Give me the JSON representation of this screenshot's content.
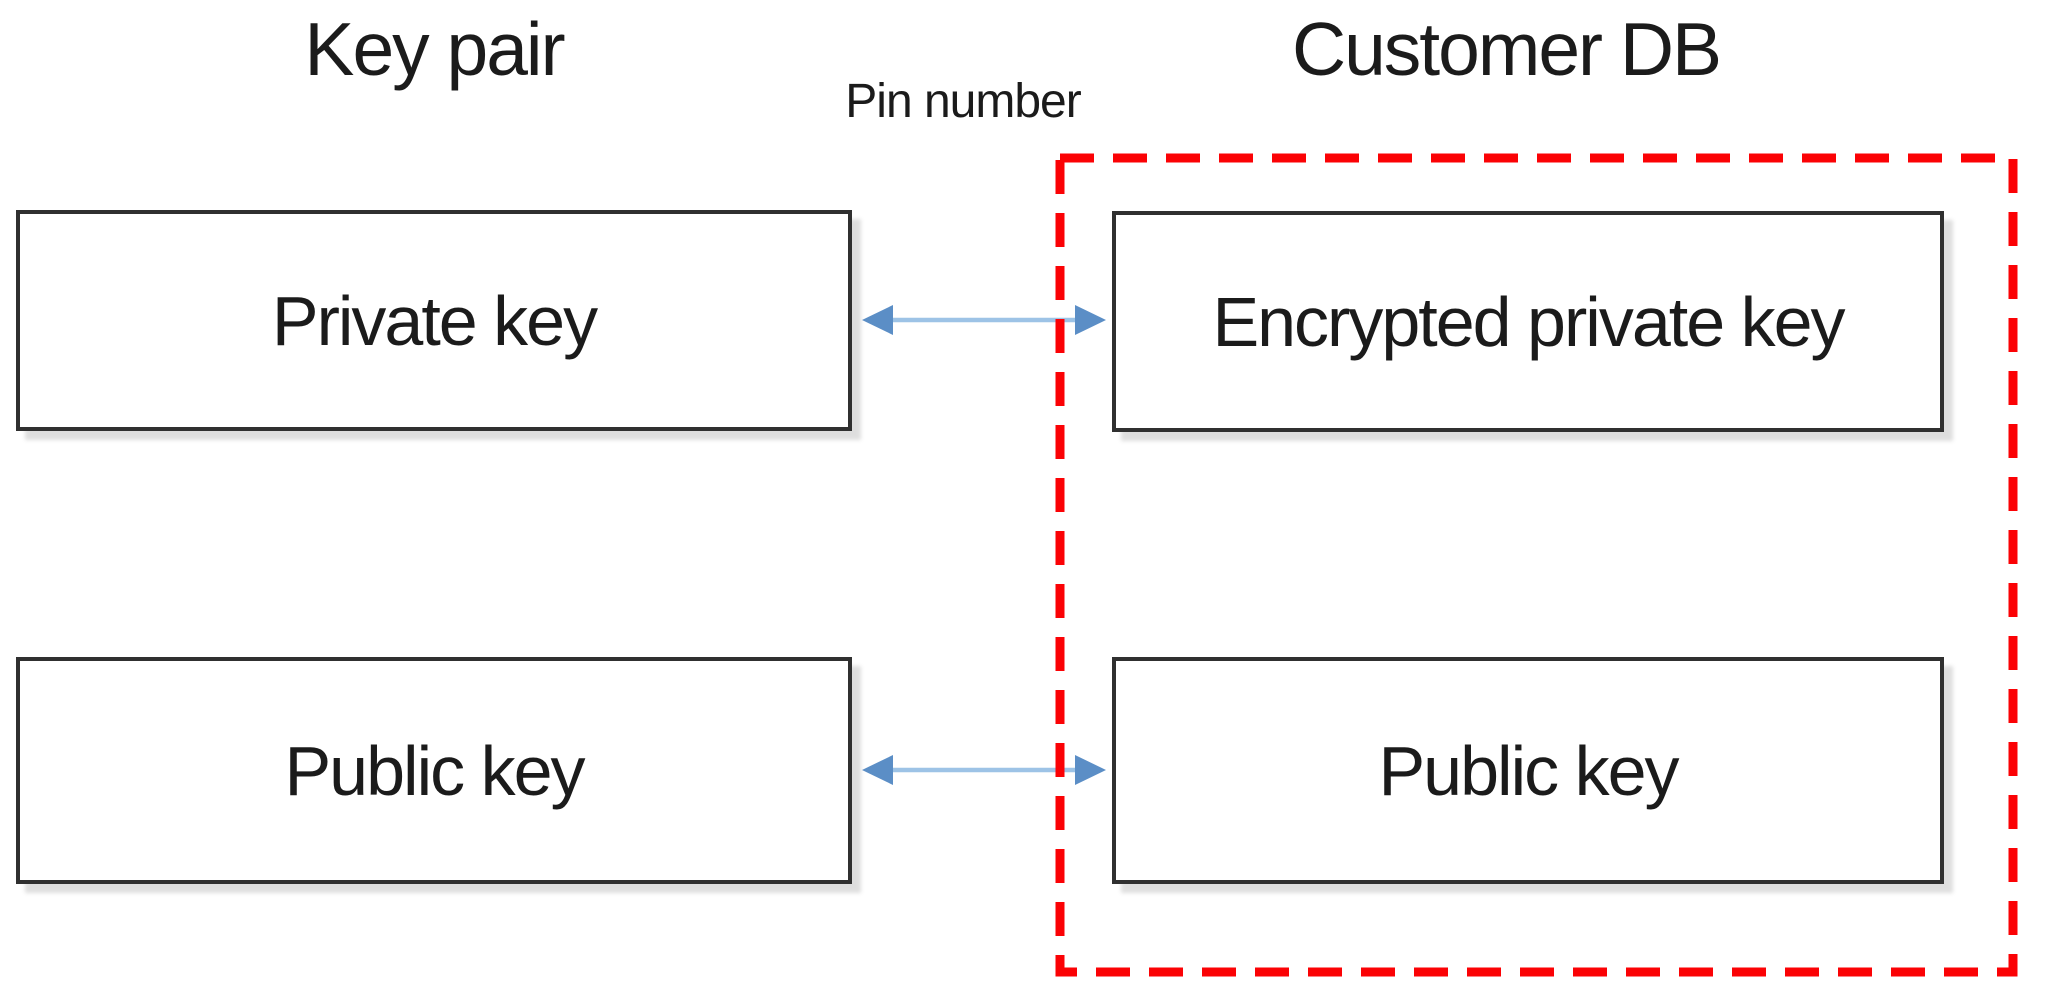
{
  "diagram": {
    "left_column_title": "Key pair",
    "right_column_title": "Customer DB",
    "connector_label": "Pin number",
    "nodes": {
      "private_key": "Private key",
      "encrypted_private_key": "Encrypted private key",
      "public_key_local": "Public key",
      "public_key_db": "Public key"
    },
    "colors": {
      "page_bg": "#ffffff",
      "text": "#1b1b1b",
      "box_fill": "#ffffff",
      "box_border": "#303030",
      "dashed_red": "#fb0205",
      "arrow_shaft": "#9dc3e6",
      "arrow_head": "#5b8ec6"
    }
  }
}
